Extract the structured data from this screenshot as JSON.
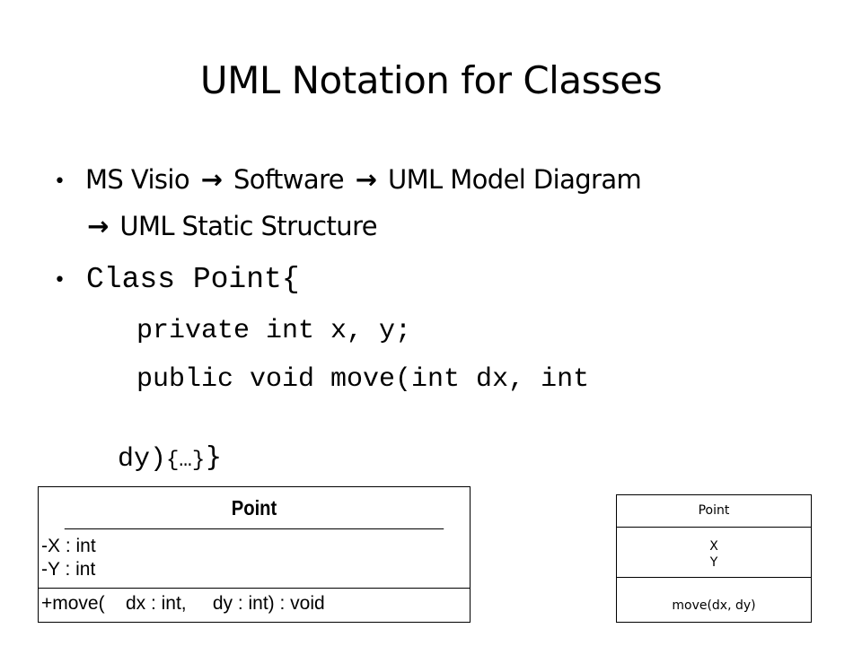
{
  "title": "UML Notation for Classes",
  "bullets": {
    "b1": {
      "seg1": "MS Visio",
      "seg2": "Software",
      "seg3": "UML Model Diagram",
      "seg4": "UML Static Structure",
      "arrow": "→"
    },
    "b2": {
      "line1": "Class Point{",
      "line2": "private int x, y;",
      "line3": "public void move(int dx, int",
      "line4a": "dy)",
      "line4b": "{…}",
      "line4c": "}"
    }
  },
  "uml_detailed": {
    "name": "Point",
    "attr1": "-X : int",
    "attr2": "-Y : int",
    "op1": "+move(    dx : int,     dy : int) : void"
  },
  "uml_simple": {
    "name": "Point",
    "attr1": "X",
    "attr2": "Y",
    "op1": "move(dx, dy)"
  }
}
